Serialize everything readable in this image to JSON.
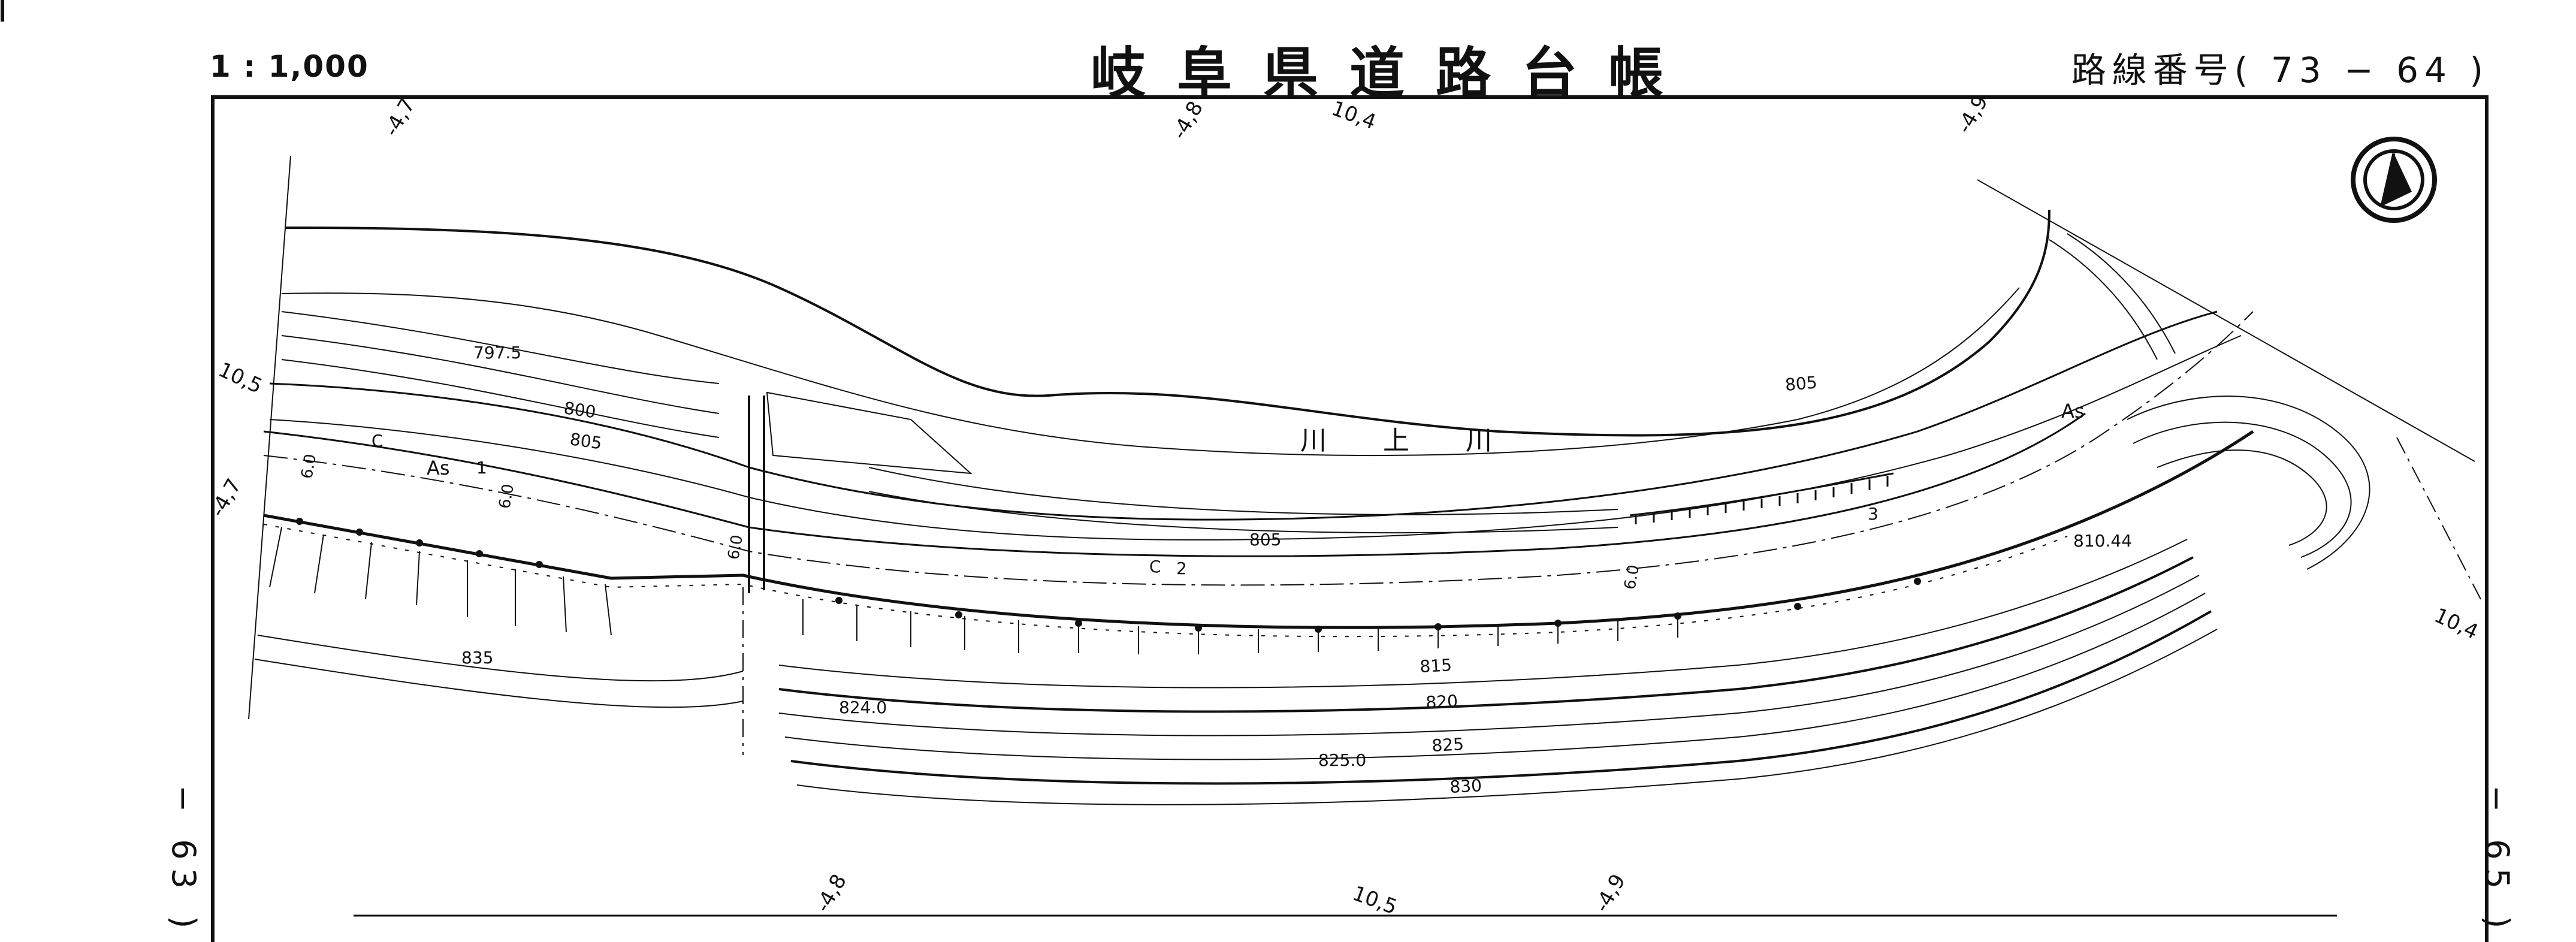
{
  "header": {
    "scale": "1 : 1,000",
    "title": "岐阜県道路台帳",
    "route_number": "路線番号( 73 − 64 )"
  },
  "page_refs": {
    "left": "− 63 )",
    "right": "− 65 )"
  },
  "map": {
    "north_arrow": "north-arrow-icon",
    "top_offsets": [
      "-4,7",
      "-4,8",
      "10,4",
      "-4,9"
    ],
    "left_offsets": [
      "10,5",
      "-4,7"
    ],
    "right_offsets": [
      "10,4"
    ],
    "bottom_offsets": [
      "-4,8",
      "10,5",
      "-4,9"
    ],
    "contours": [
      "797.5",
      "800",
      "805",
      "805",
      "805",
      "815",
      "820",
      "825",
      "830",
      "835",
      "824.0",
      "825.0"
    ],
    "spot_height": "810.44",
    "river_label": "川 上 川",
    "surface_labels": [
      "As",
      "As"
    ],
    "curve_labels": [
      "C",
      "C"
    ],
    "station_labels": [
      "1",
      "2",
      "3"
    ],
    "road_widths": [
      "6.0",
      "6.0",
      "6.0",
      "6.0"
    ]
  }
}
